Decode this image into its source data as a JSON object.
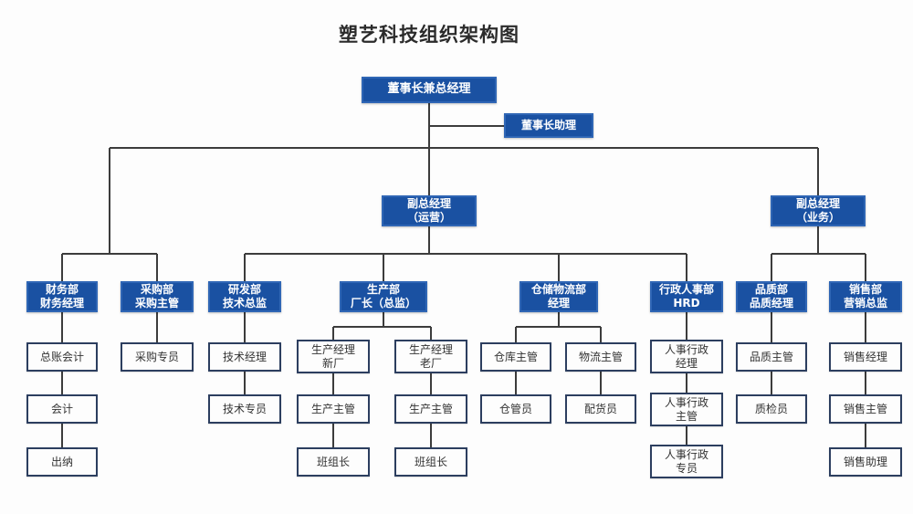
{
  "title": "塑艺科技组织架构图",
  "colors": {
    "box_blue": "#1a51a2",
    "box_blue_border": "#2f66b5",
    "box_white_border": "#2c3e5f",
    "line": "#3c3c3c",
    "text_light": "#ffffff",
    "text_dark": "#333333",
    "bg": "#fdfdfd"
  },
  "nodes": {
    "chairman_gm": "董事长兼总经理",
    "chairman_assistant": "董事长助理",
    "vp_operations": "副总经理\n（运营）",
    "vp_business": "副总经理\n（业务）",
    "dept_finance": "财务部\n财务经理",
    "dept_purchasing": "采购部\n采购主管",
    "dept_rd": "研发部\n技术总监",
    "dept_production": "生产部\n厂长（总监）",
    "dept_warehouse": "仓储物流部\n经理",
    "dept_hr": "行政人事部\nHRD",
    "dept_quality": "品质部\n品质经理",
    "dept_sales": "销售部\n营销总监",
    "gl_accountant": "总账会计",
    "accountant": "会计",
    "cashier": "出纳",
    "purchasing_specialist": "采购专员",
    "tech_manager": "技术经理",
    "tech_specialist": "技术专员",
    "prod_mgr_new": "生产经理\n新厂",
    "prod_mgr_old": "生产经理\n老厂",
    "prod_sup_new": "生产主管",
    "prod_sup_old": "生产主管",
    "team_leader_new": "班组长",
    "team_leader_old": "班组长",
    "warehouse_supervisor": "仓库主管",
    "warehouse_keeper": "仓管员",
    "logistics_supervisor": "物流主管",
    "distribution_clerk": "配货员",
    "hr_admin_manager": "人事行政\n经理",
    "hr_admin_supervisor": "人事行政\n主管",
    "hr_admin_specialist": "人事行政\n专员",
    "quality_supervisor": "品质主管",
    "quality_inspector": "质检员",
    "sales_manager": "销售经理",
    "sales_supervisor": "销售主管",
    "sales_assistant": "销售助理"
  }
}
